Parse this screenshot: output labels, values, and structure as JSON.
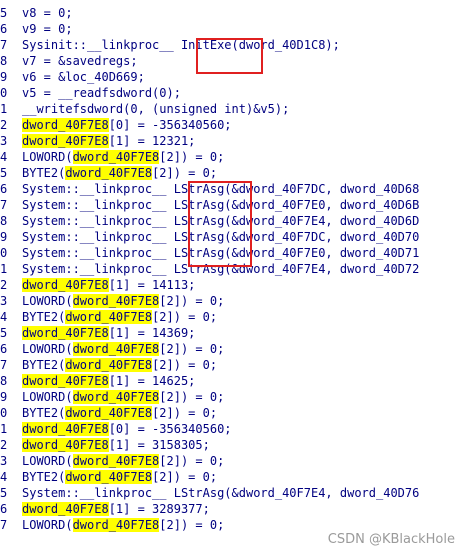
{
  "code_lines": [
    {
      "n": "5",
      "s": [
        {
          "t": "v8 = 0;",
          "h": false
        }
      ]
    },
    {
      "n": "6",
      "s": [
        {
          "t": "v9 = 0;",
          "h": false
        }
      ]
    },
    {
      "n": "7",
      "s": [
        {
          "t": "Sysinit::__linkproc__ InitExe(dword_40D1C8);",
          "h": false
        }
      ]
    },
    {
      "n": "8",
      "s": [
        {
          "t": "v7 = &savedregs;",
          "h": false
        }
      ]
    },
    {
      "n": "9",
      "s": [
        {
          "t": "v6 = &loc_40D669;",
          "h": false
        }
      ]
    },
    {
      "n": "0",
      "s": [
        {
          "t": "v5 = __readfsdword(0);",
          "h": false
        }
      ]
    },
    {
      "n": "1",
      "s": [
        {
          "t": "__writefsdword(0, (unsigned int)&v5);",
          "h": false
        }
      ]
    },
    {
      "n": "2",
      "s": [
        {
          "t": "dword_40F7E8",
          "h": true
        },
        {
          "t": "[0] = -356340560;",
          "h": false
        }
      ]
    },
    {
      "n": "3",
      "s": [
        {
          "t": "dword_40F7E8",
          "h": true
        },
        {
          "t": "[1] = 12321;",
          "h": false
        }
      ]
    },
    {
      "n": "4",
      "s": [
        {
          "t": "LOWORD(",
          "h": false
        },
        {
          "t": "dword_40F7E8",
          "h": true
        },
        {
          "t": "[2]) = 0;",
          "h": false
        }
      ]
    },
    {
      "n": "5",
      "s": [
        {
          "t": "BYTE2(",
          "h": false
        },
        {
          "t": "dword_40F7E8",
          "h": true
        },
        {
          "t": "[2]) = 0;",
          "h": false
        }
      ]
    },
    {
      "n": "6",
      "s": [
        {
          "t": "System::__linkproc__ LStrAsg(&dword_40F7DC, dword_40D68",
          "h": false
        }
      ]
    },
    {
      "n": "7",
      "s": [
        {
          "t": "System::__linkproc__ LStrAsg(&dword_40F7E0, dword_40D6B",
          "h": false
        }
      ]
    },
    {
      "n": "8",
      "s": [
        {
          "t": "System::__linkproc__ LStrAsg(&dword_40F7E4, dword_40D6D",
          "h": false
        }
      ]
    },
    {
      "n": "9",
      "s": [
        {
          "t": "System::__linkproc__ LStrAsg(&dword_40F7DC, dword_40D70",
          "h": false
        }
      ]
    },
    {
      "n": "0",
      "s": [
        {
          "t": "System::__linkproc__ LStrAsg(&dword_40F7E0, dword_40D71",
          "h": false
        }
      ]
    },
    {
      "n": "1",
      "s": [
        {
          "t": "System::__linkproc__ LStrAsg(&dword_40F7E4, dword_40D72",
          "h": false
        }
      ]
    },
    {
      "n": "2",
      "s": [
        {
          "t": "dword_40F7E8",
          "h": true
        },
        {
          "t": "[1] = 14113;",
          "h": false
        }
      ]
    },
    {
      "n": "3",
      "s": [
        {
          "t": "LOWORD(",
          "h": false
        },
        {
          "t": "dword_40F7E8",
          "h": true
        },
        {
          "t": "[2]) = 0;",
          "h": false
        }
      ]
    },
    {
      "n": "4",
      "s": [
        {
          "t": "BYTE2(",
          "h": false
        },
        {
          "t": "dword_40F7E8",
          "h": true
        },
        {
          "t": "[2]) = 0;",
          "h": false
        }
      ]
    },
    {
      "n": "5",
      "s": [
        {
          "t": "dword_40F7E8",
          "h": true
        },
        {
          "t": "[1] = 14369;",
          "h": false
        }
      ]
    },
    {
      "n": "6",
      "s": [
        {
          "t": "LOWORD(",
          "h": false
        },
        {
          "t": "dword_40F7E8",
          "h": true
        },
        {
          "t": "[2]) = 0;",
          "h": false
        }
      ]
    },
    {
      "n": "7",
      "s": [
        {
          "t": "BYTE2(",
          "h": false
        },
        {
          "t": "dword_40F7E8",
          "h": true
        },
        {
          "t": "[2]) = 0;",
          "h": false
        }
      ]
    },
    {
      "n": "8",
      "s": [
        {
          "t": "dword_40F7E8",
          "h": true
        },
        {
          "t": "[1] = 14625;",
          "h": false
        }
      ]
    },
    {
      "n": "9",
      "s": [
        {
          "t": "LOWORD(",
          "h": false
        },
        {
          "t": "dword_40F7E8",
          "h": true
        },
        {
          "t": "[2]) = 0;",
          "h": false
        }
      ]
    },
    {
      "n": "0",
      "s": [
        {
          "t": "BYTE2(",
          "h": false
        },
        {
          "t": "dword_40F7E8",
          "h": true
        },
        {
          "t": "[2]) = 0;",
          "h": false
        }
      ]
    },
    {
      "n": "1",
      "s": [
        {
          "t": "dword_40F7E8",
          "h": true
        },
        {
          "t": "[0] = -356340560;",
          "h": false
        }
      ]
    },
    {
      "n": "2",
      "s": [
        {
          "t": "dword_40F7E8",
          "h": true
        },
        {
          "t": "[1] = 3158305;",
          "h": false
        }
      ]
    },
    {
      "n": "3",
      "s": [
        {
          "t": "LOWORD(",
          "h": false
        },
        {
          "t": "dword_40F7E8",
          "h": true
        },
        {
          "t": "[2]) = 0;",
          "h": false
        }
      ]
    },
    {
      "n": "4",
      "s": [
        {
          "t": "BYTE2(",
          "h": false
        },
        {
          "t": "dword_40F7E8",
          "h": true
        },
        {
          "t": "[2]) = 0;",
          "h": false
        }
      ]
    },
    {
      "n": "5",
      "s": [
        {
          "t": "System::__linkproc__ LStrAsg(&dword_40F7E4, dword_40D76",
          "h": false
        }
      ]
    },
    {
      "n": "6",
      "s": [
        {
          "t": "dword_40F7E8",
          "h": true
        },
        {
          "t": "[1] = 3289377;",
          "h": false
        }
      ]
    },
    {
      "n": "7",
      "s": [
        {
          "t": "LOWORD(",
          "h": false
        },
        {
          "t": "dword_40F7E8",
          "h": true
        },
        {
          "t": "[2]) = 0;",
          "h": false
        }
      ]
    }
  ],
  "watermark": "CSDN @KBlackHole",
  "colors": {
    "code_text": "#000080",
    "highlight": "#ffff00",
    "annotation_box": "#e02020"
  }
}
